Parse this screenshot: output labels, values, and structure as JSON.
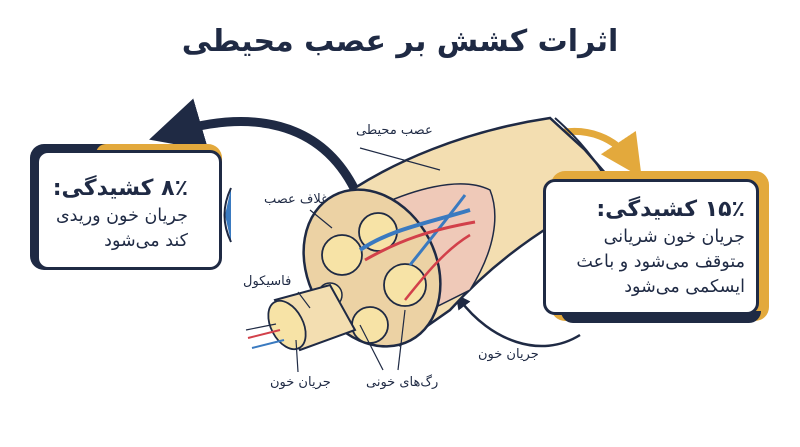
{
  "title": "اثرات کشش بر عصب محیطی",
  "colors": {
    "navy": "#1f2a44",
    "gold": "#e3a93c",
    "nerve_cream": "#f3deb1",
    "artery_red": "#d2404a",
    "vein_blue": "#3a7ac0"
  },
  "left_box": {
    "heading": "۸٪ کشیدگی:",
    "lines": [
      "جریان خون وریدی",
      "کند می‌شود"
    ],
    "icon": "narrowed-vein-icon"
  },
  "right_box": {
    "heading": "۱۵٪ کشیدگی:",
    "lines": [
      "جریان خون شریانی",
      "متوقف می‌شود و باعث",
      "ایسکمی می‌شود"
    ],
    "icon": "blocked-artery-icon"
  },
  "labels": {
    "nerve": "عصب محیطی",
    "sheath": "غلاف عصب",
    "fascicle": "فاسیکول",
    "blood_flow_left": "جریان خون",
    "blood_vessels": "رگ‌های خونی",
    "blood_flow_right": "جریان خون"
  }
}
